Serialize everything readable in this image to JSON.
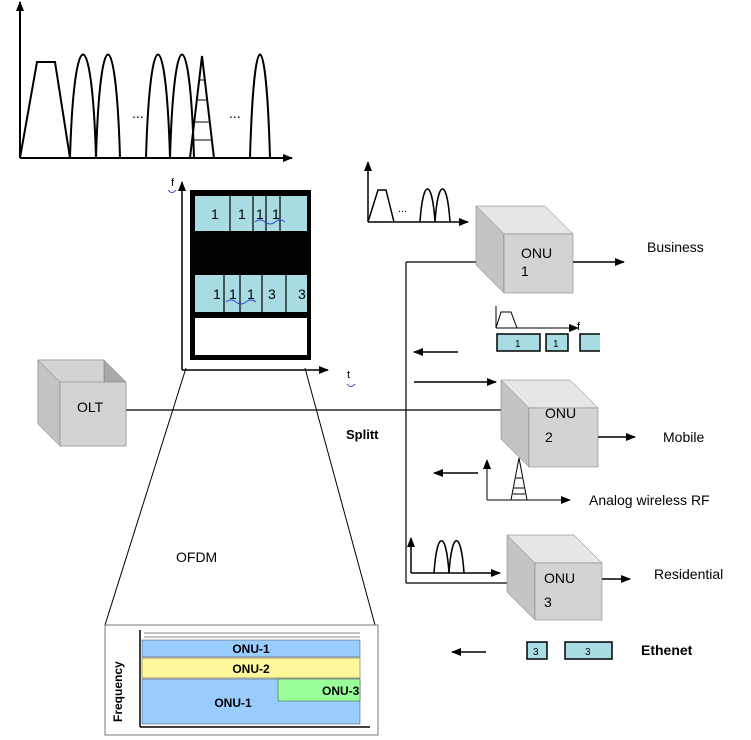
{
  "olt": {
    "label": "OLT"
  },
  "splitter": {
    "label": "Splitt"
  },
  "ofdm": {
    "label": "OFDM"
  },
  "onus": [
    {
      "label": "ONU",
      "number": "1",
      "service": "Business"
    },
    {
      "label": "ONU",
      "number": "2",
      "service": "Mobile"
    },
    {
      "label": "ONU",
      "number": "3",
      "service": "Residential"
    }
  ],
  "analog_label": "Analog wireless RF",
  "ethernet_label": "Ethenet",
  "frame": {
    "axis_f": "f",
    "axis_t": "t",
    "row1": [
      "1",
      "1",
      "1",
      "1"
    ],
    "row2": [
      "1",
      "1",
      "1",
      "3",
      "3"
    ]
  },
  "inset": {
    "freq_axis": "Frequency",
    "bands": [
      "ONU-1",
      "ONU-2",
      "ONU-1",
      "ONU-3"
    ]
  },
  "spectrum": {
    "dots": "..."
  },
  "packets": {
    "f_label": "f",
    "onu1": [
      "1",
      "1"
    ],
    "ethernet": [
      "3",
      "3"
    ]
  },
  "colors": {
    "box_face": "#d3d3d3",
    "box_top": "#e6e6e6",
    "box_side": "#a9a9a9",
    "slot_fill": "#a9dbe3",
    "band_blue": "#99ccff",
    "band_yellow": "#fff799",
    "band_green": "#99ff99"
  }
}
